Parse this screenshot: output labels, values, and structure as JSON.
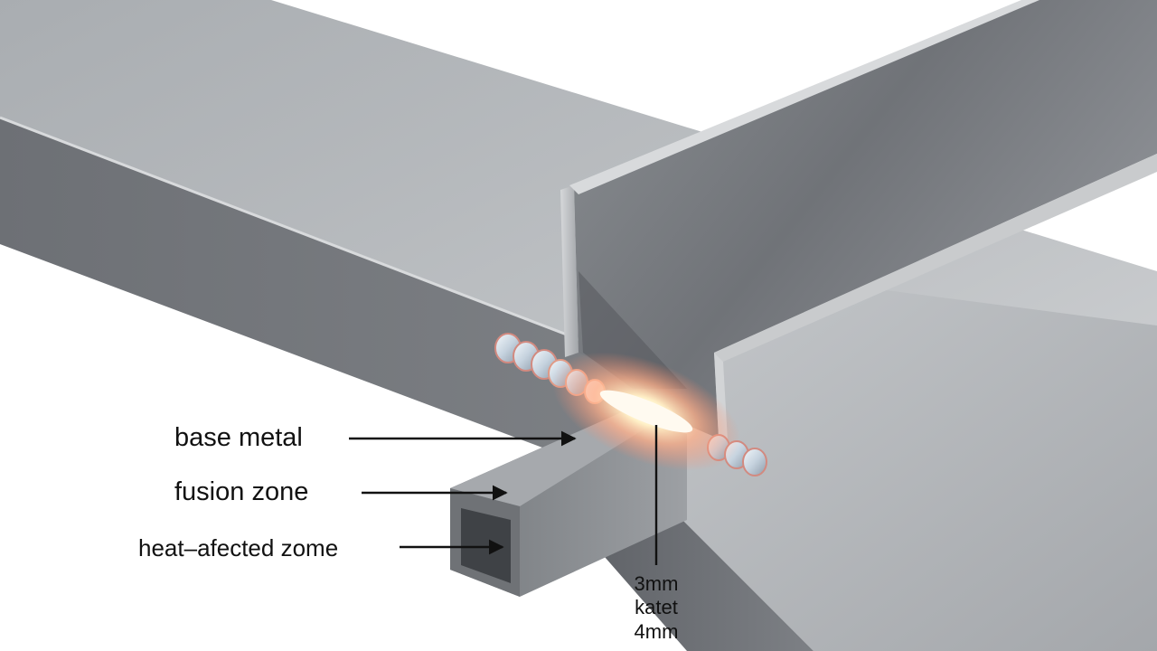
{
  "labels": {
    "base_metal": "base metal",
    "fusion_zone": "fusion zone",
    "haz": "heat–afected zome",
    "dimension": [
      "3mm",
      "katet",
      "4mm"
    ]
  },
  "colors": {
    "steel_light": "#b8bbbe",
    "steel_mid": "#8f9397",
    "steel_dark": "#5e6166",
    "weld_bead": "#d9e4ee",
    "arc_glow": "#fff3d0",
    "arc_halo": "#ff9a7a"
  }
}
